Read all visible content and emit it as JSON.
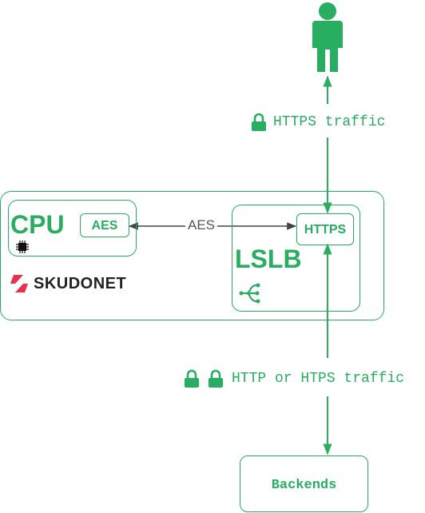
{
  "colors": {
    "accent": "#27ae60",
    "arrow_gray": "#555555",
    "text_dark": "#222222",
    "brand_red": "#e8314a"
  },
  "user": {
    "icon": "person-icon"
  },
  "top_link": {
    "icon": "lock-icon",
    "label": "HTTPS traffic"
  },
  "server": {
    "cpu": {
      "label": "CPU",
      "aes_label": "AES",
      "icon": "chip-icon"
    },
    "brand": {
      "name": "SKUDONET",
      "icon": "skudonet-logo-icon"
    },
    "aes_link_label": "AES",
    "lslb": {
      "label": "LSLB",
      "https_label": "HTTPS",
      "icon": "load-balancer-icon"
    }
  },
  "bottom_link": {
    "icons": [
      "lock-icon",
      "lock-icon"
    ],
    "label": "HTTP or HTPS traffic"
  },
  "backends": {
    "label": "Backends"
  }
}
